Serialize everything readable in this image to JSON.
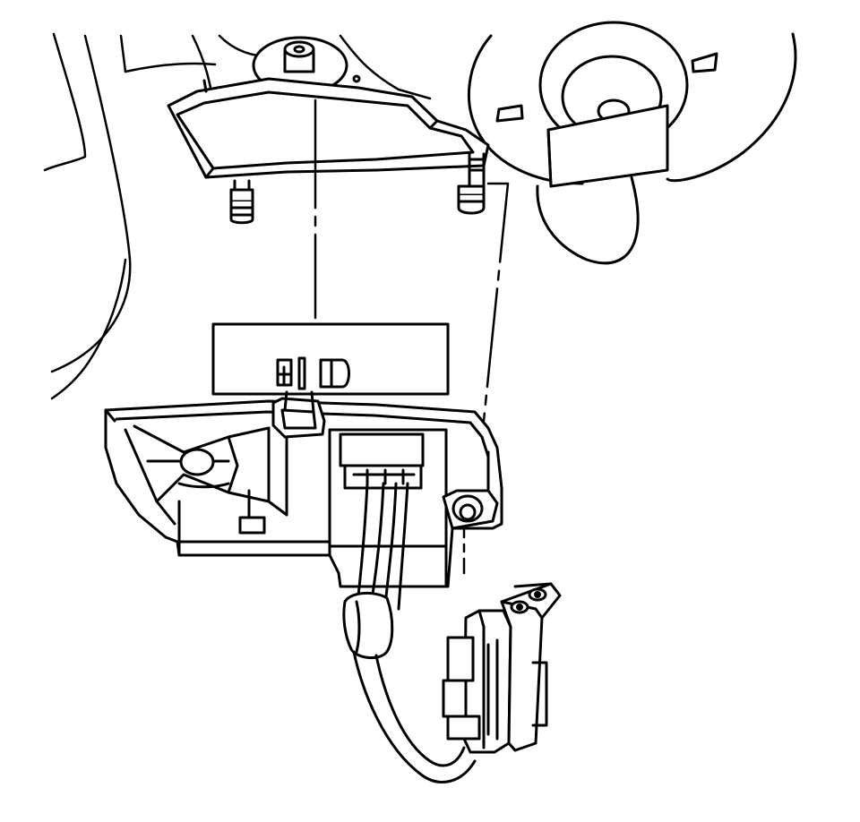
{
  "diagram": {
    "kind": "exploded-assembly-line-drawing",
    "colors": {
      "ink": "#000000",
      "paper": "#ffffff"
    },
    "parts": [
      "housing-outline",
      "mounting-bracket",
      "mounting-nut",
      "mounting-stud-left",
      "mounting-stud-right",
      "blower-motor",
      "module-body",
      "module-connector",
      "wiring-harness",
      "harness-connector",
      "alignment-lines"
    ]
  }
}
